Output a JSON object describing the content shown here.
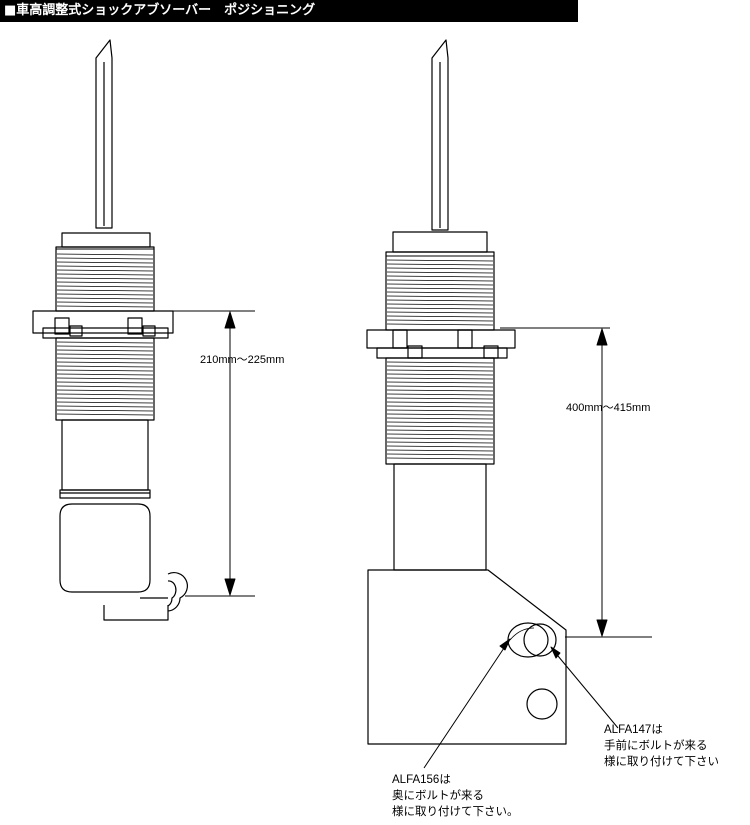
{
  "title": "■車高調整式ショックアブソーバー　ポジショニング",
  "left_diagram": {
    "dimension_label": "210mm～225mm"
  },
  "right_diagram": {
    "dimension_label": "400mm～415mm",
    "note_alfa147": {
      "line1": "ALFA147は",
      "line2": "手前にボルトが来る",
      "line3": "様に取り付けて下さい"
    },
    "note_alfa156": {
      "line1": "ALFA156は",
      "line2": "奥にボルトが来る",
      "line3": "様に取り付けて下さい。"
    }
  }
}
